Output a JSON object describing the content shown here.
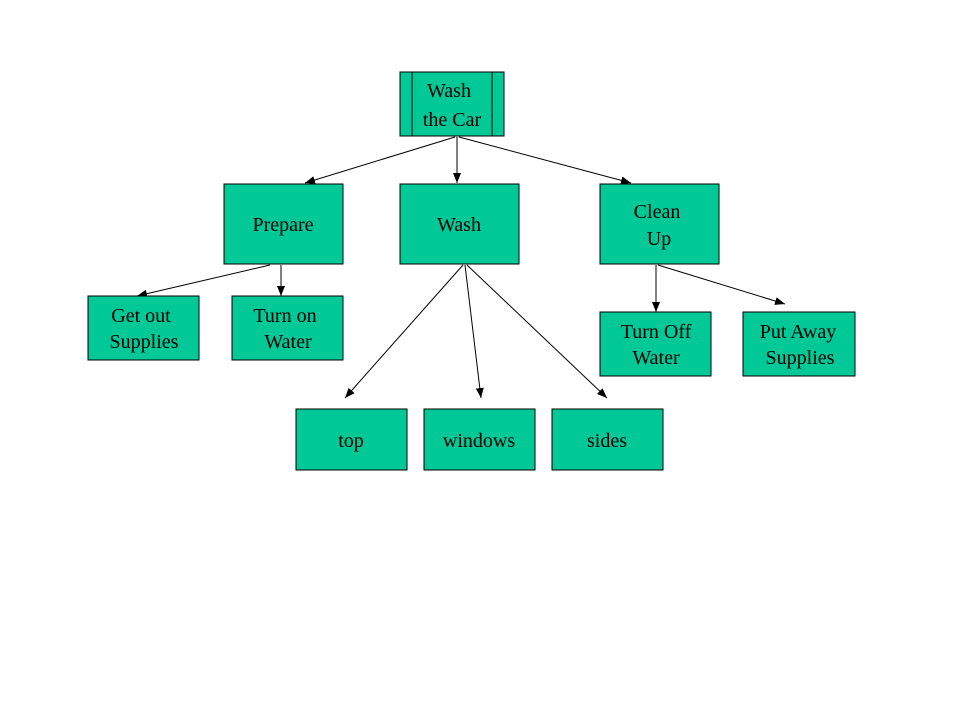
{
  "diagram": {
    "node_fill": "#00C896",
    "root": {
      "line1": "Wash",
      "line2": "the Car"
    },
    "prepare": {
      "label": "Prepare"
    },
    "wash": {
      "label": "Wash"
    },
    "clean_up": {
      "line1": "Clean",
      "line2": "Up"
    },
    "get_out_supplies": {
      "line1": "Get out",
      "line2": "Supplies"
    },
    "turn_on_water": {
      "line1": "Turn on",
      "line2": "Water"
    },
    "turn_off_water": {
      "line1": "Turn Off",
      "line2": "Water"
    },
    "put_away_supplies": {
      "line1": "Put Away",
      "line2": "Supplies"
    },
    "top": {
      "label": "top"
    },
    "windows": {
      "label": "windows"
    },
    "sides": {
      "label": "sides"
    }
  }
}
